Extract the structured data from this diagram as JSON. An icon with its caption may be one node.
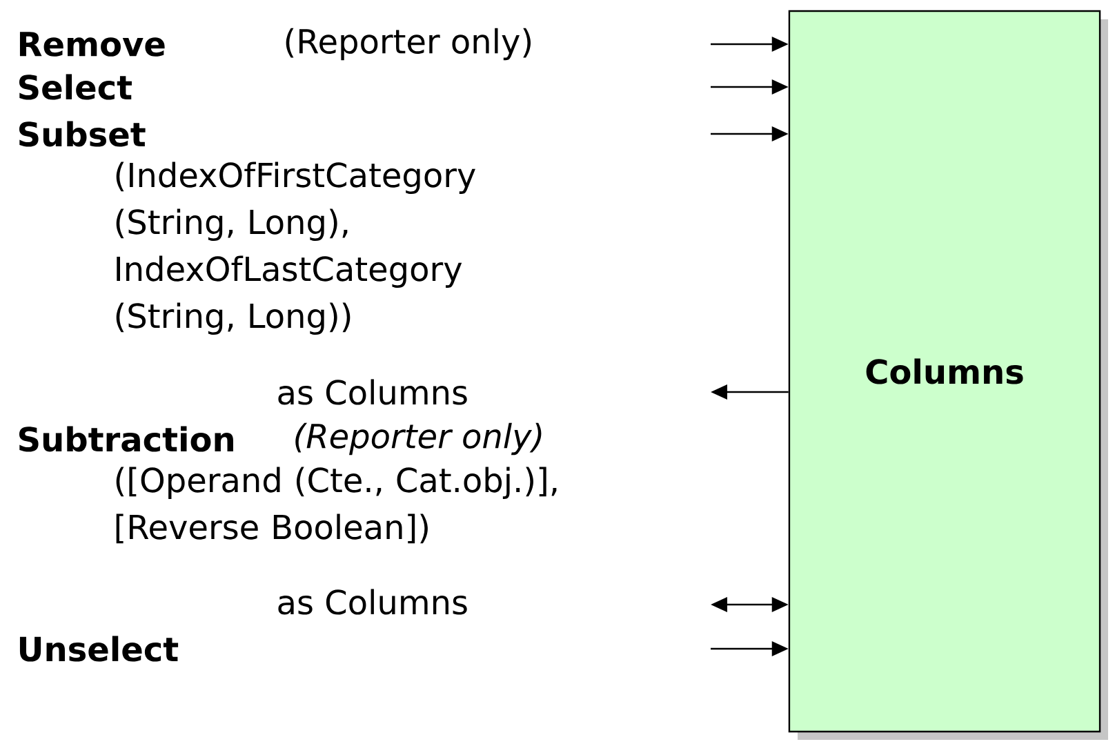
{
  "diagram": {
    "nodes": [
      {
        "text": [
          "Remove",
          "(Reporter only)"
        ]
      },
      {
        "text": [
          "Select"
        ]
      },
      {
        "text": [
          "Subset",
          "(IndexOfFirstCategory (String, Long), IndexOfLastCategory (String, Long))",
          "as Columns"
        ]
      },
      {
        "text": [
          "Subtraction",
          "(Reporter only)",
          "([Operand (Cte., Cat.obj.)], [Reverse Boolean])",
          "as Columns"
        ]
      },
      {
        "text": [
          "Unselect"
        ]
      },
      {
        "text": [
          "Columns"
        ]
      }
    ],
    "edges": [
      {
        "from": null,
        "to": 5,
        "arrow": "to"
      },
      {
        "from": null,
        "to": 5,
        "arrow": "to"
      },
      {
        "from": null,
        "to": 5,
        "arrow": "to"
      },
      {
        "from": 5,
        "to": null,
        "arrow": "to"
      },
      {
        "from": null,
        "to": 5,
        "arrow": "both"
      },
      {
        "from": null,
        "to": 5,
        "arrow": "to"
      }
    ]
  }
}
